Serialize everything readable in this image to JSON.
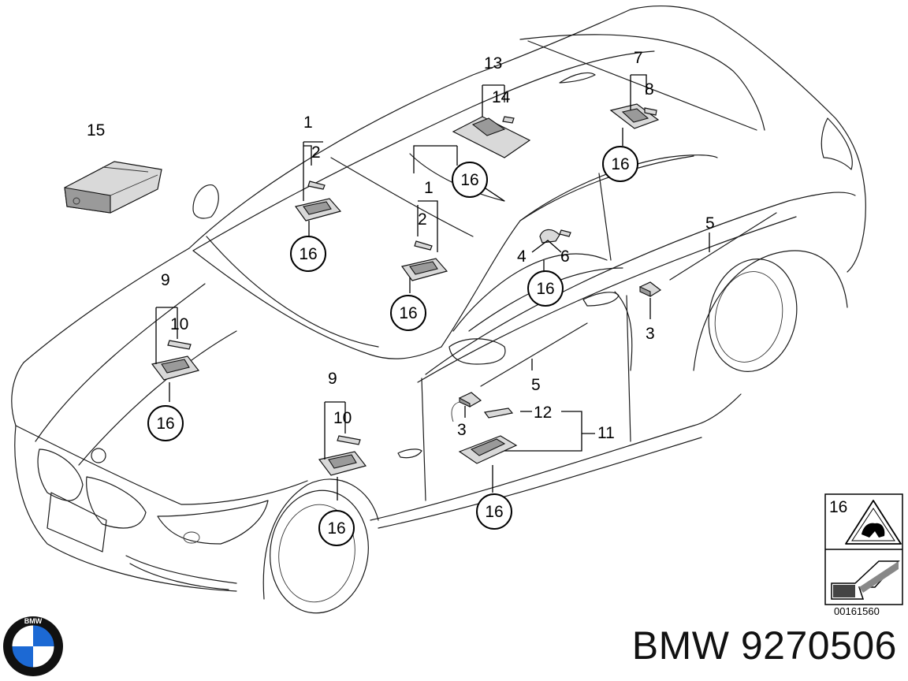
{
  "callouts": {
    "n1a": "1",
    "n2a": "2",
    "n16a": "16",
    "n1b": "1",
    "n2b": "2",
    "n16b": "16",
    "n13": "13",
    "n14": "14",
    "n16c": "16",
    "n7": "7",
    "n8": "8",
    "n16d": "16",
    "n15": "15",
    "n4": "4",
    "n6": "6",
    "n16e": "16",
    "n5a": "5",
    "n3a": "3",
    "n9a": "9",
    "n10a": "10",
    "n16f": "16",
    "n9b": "9",
    "n10b": "10",
    "n16g": "16",
    "n5b": "5",
    "n3b": "3",
    "n12": "12",
    "n11": "11",
    "n16h": "16"
  },
  "legend": {
    "number": "16",
    "doc_number": "00161560"
  },
  "caption": "BMW 9270506",
  "logo": {
    "text": "BMW",
    "colors": {
      "blue": "#1c69d4",
      "ring": "#111111",
      "white": "#ffffff"
    }
  }
}
